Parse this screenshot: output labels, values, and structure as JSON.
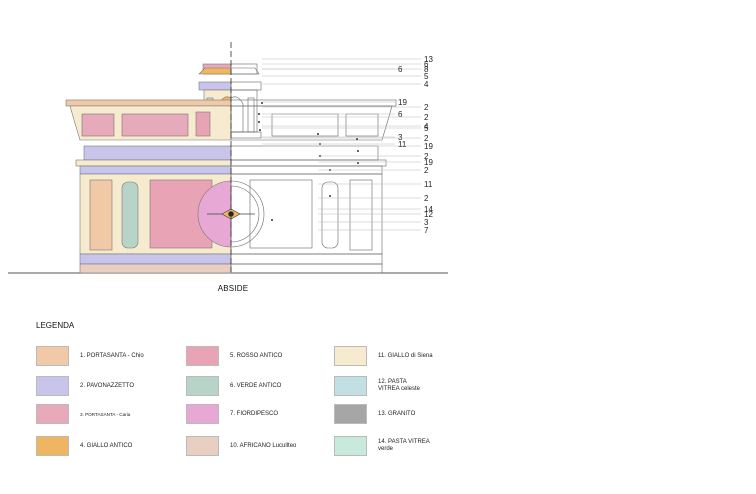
{
  "drawing": {
    "caption": "ABSIDE",
    "reference_labels": [
      "13",
      "6",
      "8",
      "6",
      "5",
      "4",
      "19",
      "2",
      "6",
      "2",
      "4",
      "5",
      "3",
      "2",
      "11",
      "19",
      "2",
      "19",
      "2",
      "11",
      "2",
      "14",
      "12",
      "3",
      "7"
    ]
  },
  "legend": {
    "title": "LEGENDA",
    "items": [
      {
        "label": "1. PORTASANTA - Chio",
        "color": "#f2c9a6",
        "small": false
      },
      {
        "label": "5. ROSSO ANTICO",
        "color": "#e8a3b4",
        "small": false
      },
      {
        "label": "11. GIALLO di Siena",
        "color": "#f6ebcf",
        "small": false
      },
      {
        "label": "2. PAVONAZZETTO",
        "color": "#c9c5ea",
        "small": false
      },
      {
        "label": "6. VERDE ANTICO",
        "color": "#b8d4c8",
        "small": false
      },
      {
        "label": "12. PASTA\nVITREA celeste",
        "color": "#c2e0e4",
        "small": false
      },
      {
        "label": "3. PORTASANTA - Caria",
        "color": "#e6aabb",
        "small": true
      },
      {
        "label": "7. FIORDIPESCO",
        "color": "#e8a8d6",
        "small": false
      },
      {
        "label": "13. GRANITO",
        "color": "#a6a6a6",
        "small": false
      },
      {
        "label": "4. GIALLO ANTICO",
        "color": "#f0b560",
        "small": false
      },
      {
        "label": "10. AFRICANO Lucullteo",
        "color": "#e8cfc2",
        "small": false
      },
      {
        "label": "14. PASTA VITREA\nverde",
        "color": "#c8eadc",
        "small": false
      }
    ]
  },
  "colors": {
    "line": "#666666",
    "axis": "#333333",
    "leader": "#bbbbbb"
  }
}
